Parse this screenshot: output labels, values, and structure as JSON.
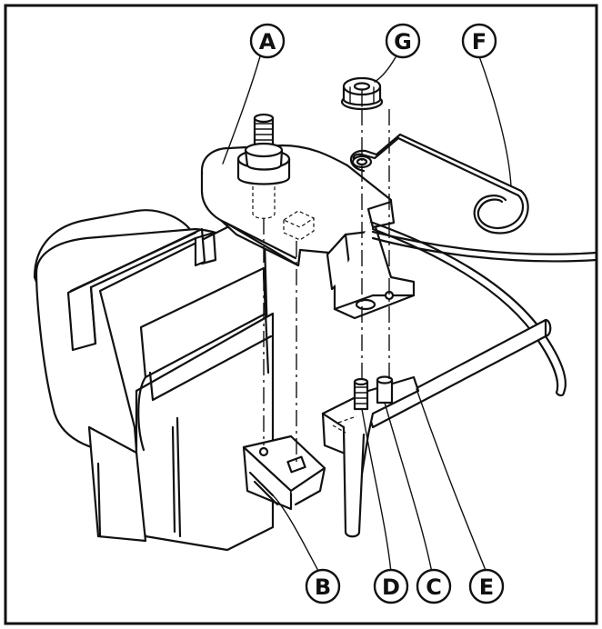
{
  "diagram": {
    "callouts": [
      {
        "id": "A",
        "label": "A"
      },
      {
        "id": "B",
        "label": "B"
      },
      {
        "id": "C",
        "label": "C"
      },
      {
        "id": "D",
        "label": "D"
      },
      {
        "id": "E",
        "label": "E"
      },
      {
        "id": "F",
        "label": "F"
      },
      {
        "id": "G",
        "label": "G"
      }
    ],
    "colors": {
      "line": "#111111",
      "fill": "#ffffff",
      "background": "#ffffff"
    }
  }
}
